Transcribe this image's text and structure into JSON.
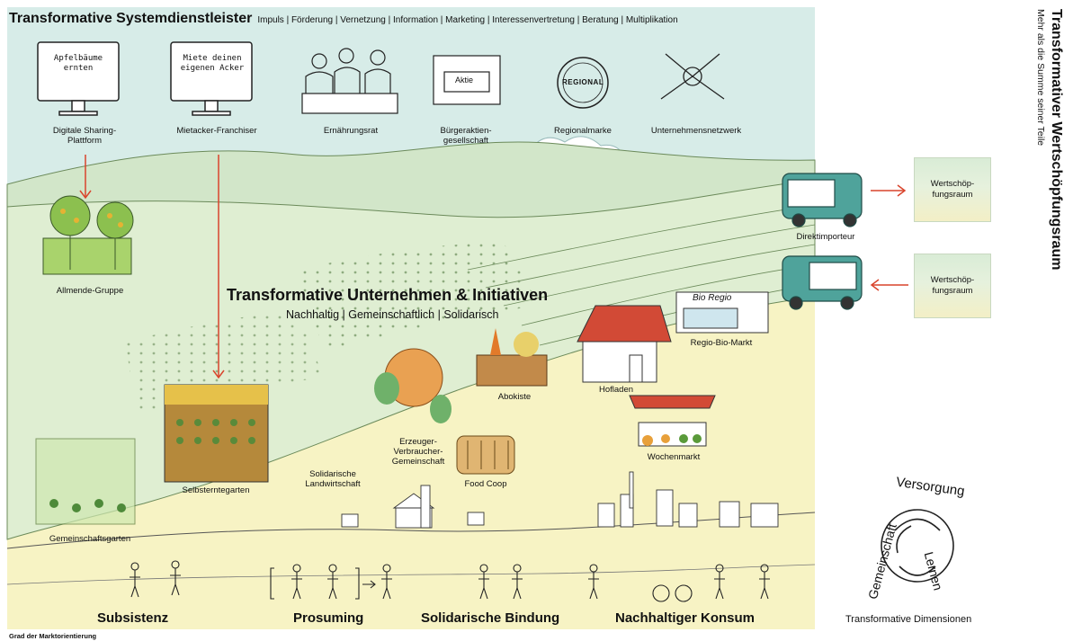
{
  "header": {
    "title": "Transformative Systemdienstleister",
    "tags": "Impuls | Förderung | Vernetzung | Information | Marketing | Interessenvertretung | Beratung | Multiplikation"
  },
  "side": {
    "title": "Transformativer Wertschöpfungsraum",
    "subtitle": "Mehr als die Summe seiner Teile"
  },
  "services": [
    {
      "label": "Digitale Sharing-\nPlattform",
      "screen_text": "Apfelbäume\nernten"
    },
    {
      "label": "Mietacker-Franchiser",
      "screen_text": "Miete deinen\neigenen Acker"
    },
    {
      "label": "Ernährungsrat"
    },
    {
      "label": "Bürgeraktien-\ngesellschaft",
      "sign_text": "Aktie"
    },
    {
      "label": "Regionalmarke",
      "seal_text": "REGIONAL"
    },
    {
      "label": "Unternehmensnetzwerk"
    }
  ],
  "center": {
    "title": "Transformative Unternehmen & Initiativen",
    "subtitle": "Nachhaltig | Gemeinschaftlich | Solidarisch"
  },
  "initiatives": [
    {
      "key": "allmende",
      "label": "Allmende-Gruppe"
    },
    {
      "key": "direktimporteur",
      "label": "Direktimporteur"
    },
    {
      "key": "regio",
      "label": "Regio-Bio-Markt",
      "sign_text": "Bio Regio"
    },
    {
      "key": "abokiste",
      "label": "Abokiste"
    },
    {
      "key": "hofladen",
      "label": "Hofladen"
    },
    {
      "key": "wochenmarkt",
      "label": "Wochenmarkt"
    },
    {
      "key": "evg",
      "label": "Erzeuger-\nVerbraucher-\nGemeinschaft"
    },
    {
      "key": "foodcoop",
      "label": "Food Coop"
    },
    {
      "key": "solawi",
      "label": "Solidarische\nLandwirtschaft"
    },
    {
      "key": "selbsternte",
      "label": "Selbsterntegarten"
    },
    {
      "key": "gemeinschaftsgarten",
      "label": "Gemeinschaftsgarten"
    }
  ],
  "boxes": [
    {
      "label": "Wertschöp-\nfungsraum"
    },
    {
      "label": "Wertschöp-\nfungsraum"
    }
  ],
  "bottom": [
    "Subsistenz",
    "Prosuming",
    "Solidarische Bindung",
    "Nachhaltiger Konsum"
  ],
  "footer_note": "Grad der Marktorientierung",
  "dimensions": {
    "circle_words": [
      "Versorgung",
      "Lernen",
      "Gemeinschaft"
    ],
    "caption": "Transformative Dimensionen"
  },
  "colors": {
    "sky": "#d7ece8",
    "hill": "#d2e6c9",
    "meadow": "#dfeed2",
    "sand": "#f7f3c4",
    "van": "#4fa39b",
    "arrow": "#d9442c",
    "roof": "#d24a36"
  }
}
